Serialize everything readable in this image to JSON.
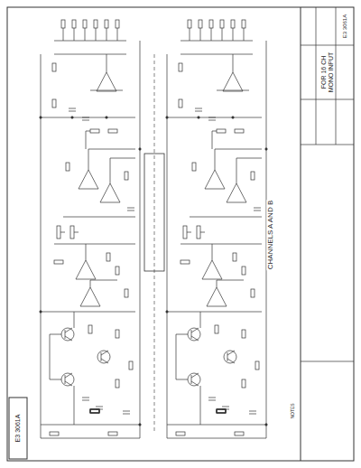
{
  "diagram": {
    "nodes": [
      {
        "text": [
          "FOR 16 CH",
          "MONO INPUT"
        ]
      },
      {
        "text": [
          "E3 3061A"
        ]
      },
      {
        "text": [
          "E3 3061A"
        ]
      }
    ],
    "labels": [
      "CHANNELS A AND B",
      "NOTES"
    ]
  }
}
